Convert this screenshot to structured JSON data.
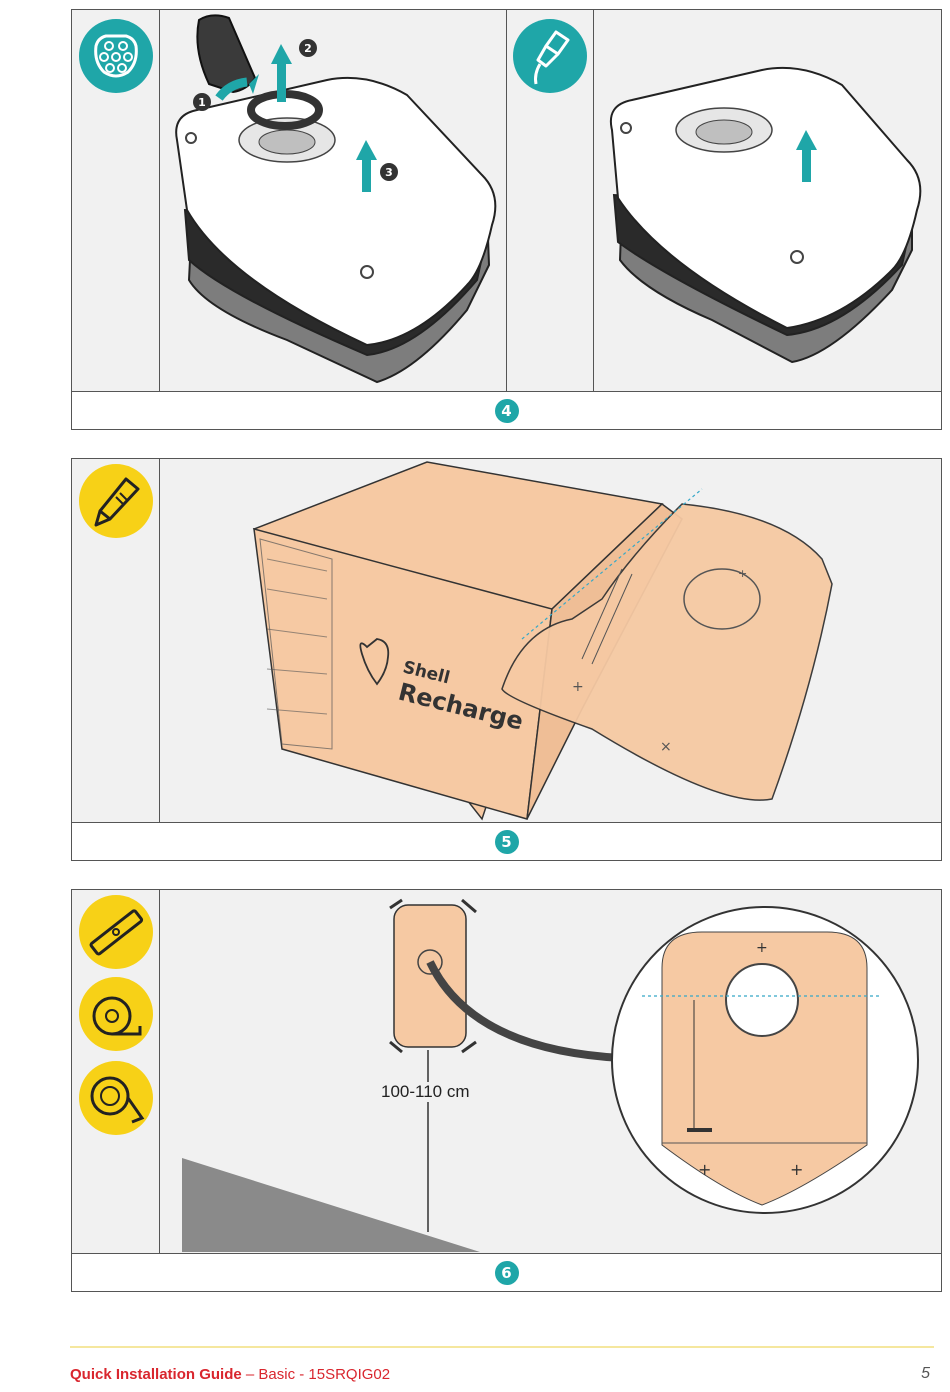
{
  "colors": {
    "teal": "#1fa6a8",
    "yellow": "#f7d117",
    "red": "#d9262e",
    "box": "#f6c9a3",
    "footer_line": "#f5e79e"
  },
  "panels": [
    {
      "step": "4",
      "icons": [
        "type2-socket-icon",
        "charging-plug-icon"
      ],
      "callouts": [
        "1",
        "2",
        "3"
      ]
    },
    {
      "step": "5",
      "icons": [
        "utility-knife-icon"
      ],
      "box_text": {
        "brand": "Shell",
        "product": "Recharge"
      }
    },
    {
      "step": "6",
      "icons": [
        "spirit-level-icon",
        "tape-measure-icon",
        "adhesive-tape-icon"
      ],
      "measurement": "100-110 cm"
    }
  ],
  "footer": {
    "title": "Quick Installation Guide",
    "separator": " – ",
    "subtitle": "Basic - 15SRQIG02",
    "page_number": "5"
  }
}
